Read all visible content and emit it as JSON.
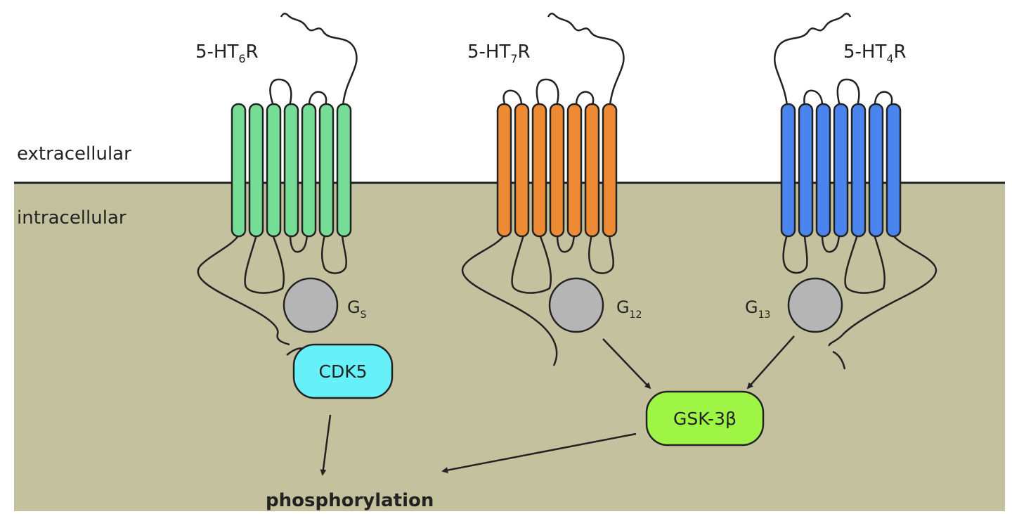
{
  "compartments": {
    "extracellular": "extracellular",
    "intracellular": "intracellular"
  },
  "receptors": [
    {
      "id": "r6",
      "name": "5-HT",
      "subscript": "6",
      "suffix": "R",
      "color": "#76dd96"
    },
    {
      "id": "r7",
      "name": "5-HT",
      "subscript": "7",
      "suffix": "R",
      "color": "#ee8a33"
    },
    {
      "id": "r4",
      "name": "5-HT",
      "subscript": "4",
      "suffix": "R",
      "color": "#4a84ee"
    }
  ],
  "g_proteins": [
    {
      "id": "gs",
      "name": "G",
      "subscript": "S"
    },
    {
      "id": "g12",
      "name": "G",
      "subscript": "12"
    },
    {
      "id": "g13",
      "name": "G",
      "subscript": "13"
    }
  ],
  "kinases": {
    "cdk5": {
      "label": "CDK5",
      "color": "#66f0f8"
    },
    "gsk3b": {
      "label": "GSK-3β",
      "color": "#9ef545"
    }
  },
  "outcome": {
    "label": "phosphorylation"
  },
  "colors": {
    "intracellular_fill": "#c4c29e",
    "g_protein_fill": "#b5b5b5",
    "stroke": "#222222"
  }
}
